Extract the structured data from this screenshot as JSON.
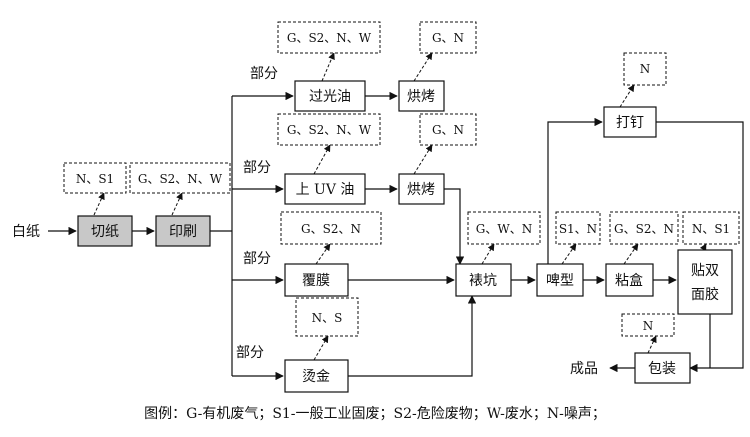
{
  "input_label": "白纸",
  "output_label": "成品",
  "part_label": "部分",
  "processes": {
    "cut": "切纸",
    "print": "印刷",
    "varnish": "过光油",
    "bake1": "烘烤",
    "uv_prefix": "上",
    "uv_name": "UV 油",
    "bake2": "烘烤",
    "laminate": "覆膜",
    "hotstamp": "烫金",
    "mount": "裱坑",
    "diecut": "啤型",
    "staple": "打钉",
    "glue": "粘盒",
    "tape_line1": "贴双",
    "tape_line2": "面胶",
    "pack": "包装"
  },
  "emissions": {
    "cut": "N、S1",
    "print": "G、S2、N、W",
    "varnish": "G、S2、N、W",
    "bake1": "G、N",
    "uv": "G、S2、N、W",
    "bake2": "G、N",
    "laminate": "G、S2、N",
    "hotstamp": "N、S",
    "mount": "G、W、N",
    "diecut": "S1、N",
    "staple": "N",
    "glue": "G、S2、N",
    "tape": "N、S1",
    "pack": "N"
  },
  "legend": "图例：G-有机废气；S1-一般工业固废；S2-危险废物；W-废水；N-噪声；",
  "colors": {
    "shaded_box": "#c8c8c8",
    "line": "#111111"
  }
}
